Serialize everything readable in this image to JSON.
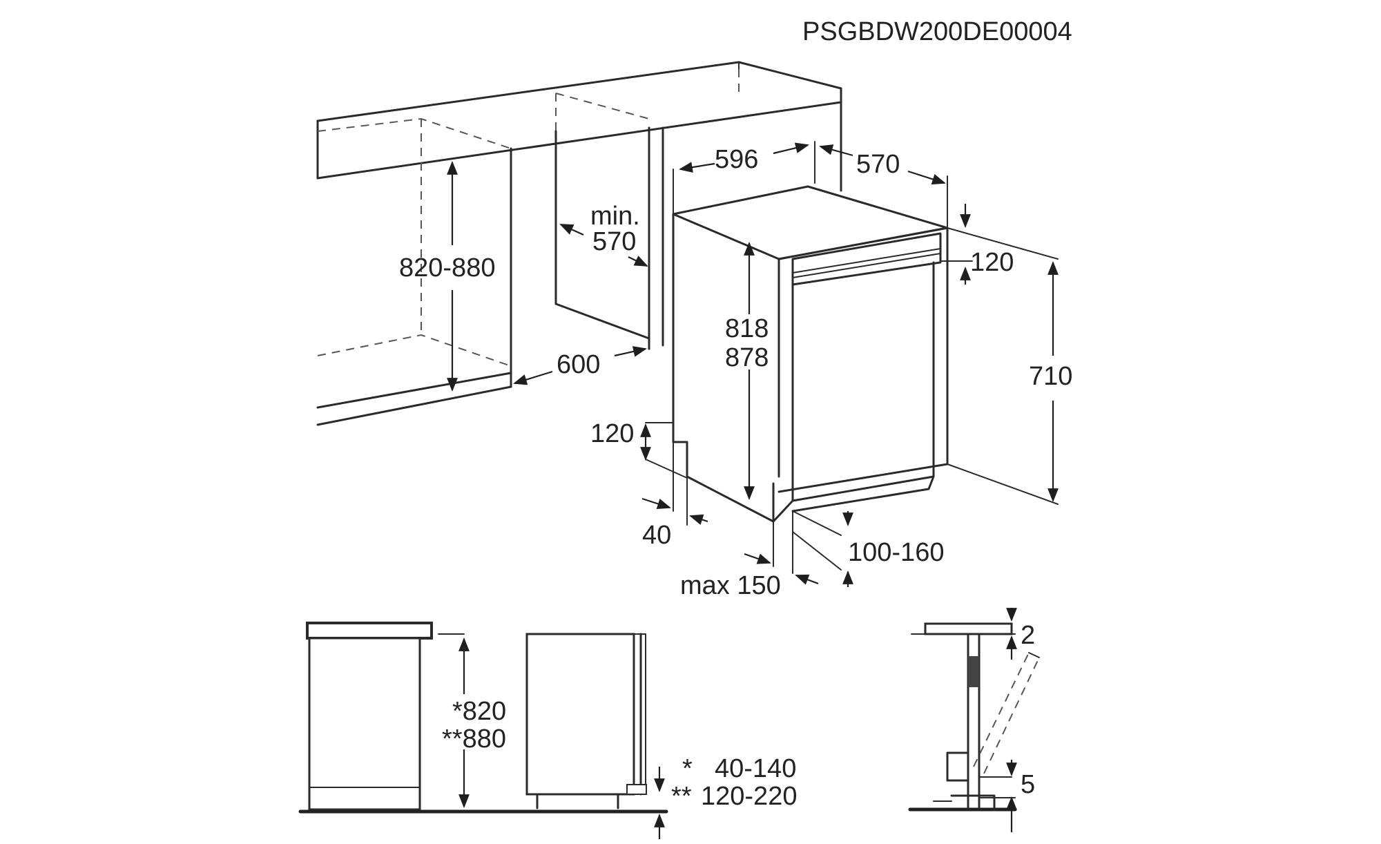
{
  "model_code": "PSGBDW200DE00004",
  "labels": {
    "width": "596",
    "depth": "570",
    "min_label": "min.",
    "min_value": "570",
    "cabinet_height": "820-880",
    "height_a": "818",
    "height_b": "878",
    "top_120": "120",
    "side_710": "710",
    "niche_600": "600",
    "plinth_120": "120",
    "plinth_40": "40",
    "plinth_100_160": "100-160",
    "max_150": "max 150",
    "star_820": "*820",
    "star_880": "**880",
    "star1": "*",
    "star2": "**",
    "range_40_140": "40-140",
    "range_120_220": "120-220",
    "gap_2": "2",
    "gap_5": "5"
  }
}
